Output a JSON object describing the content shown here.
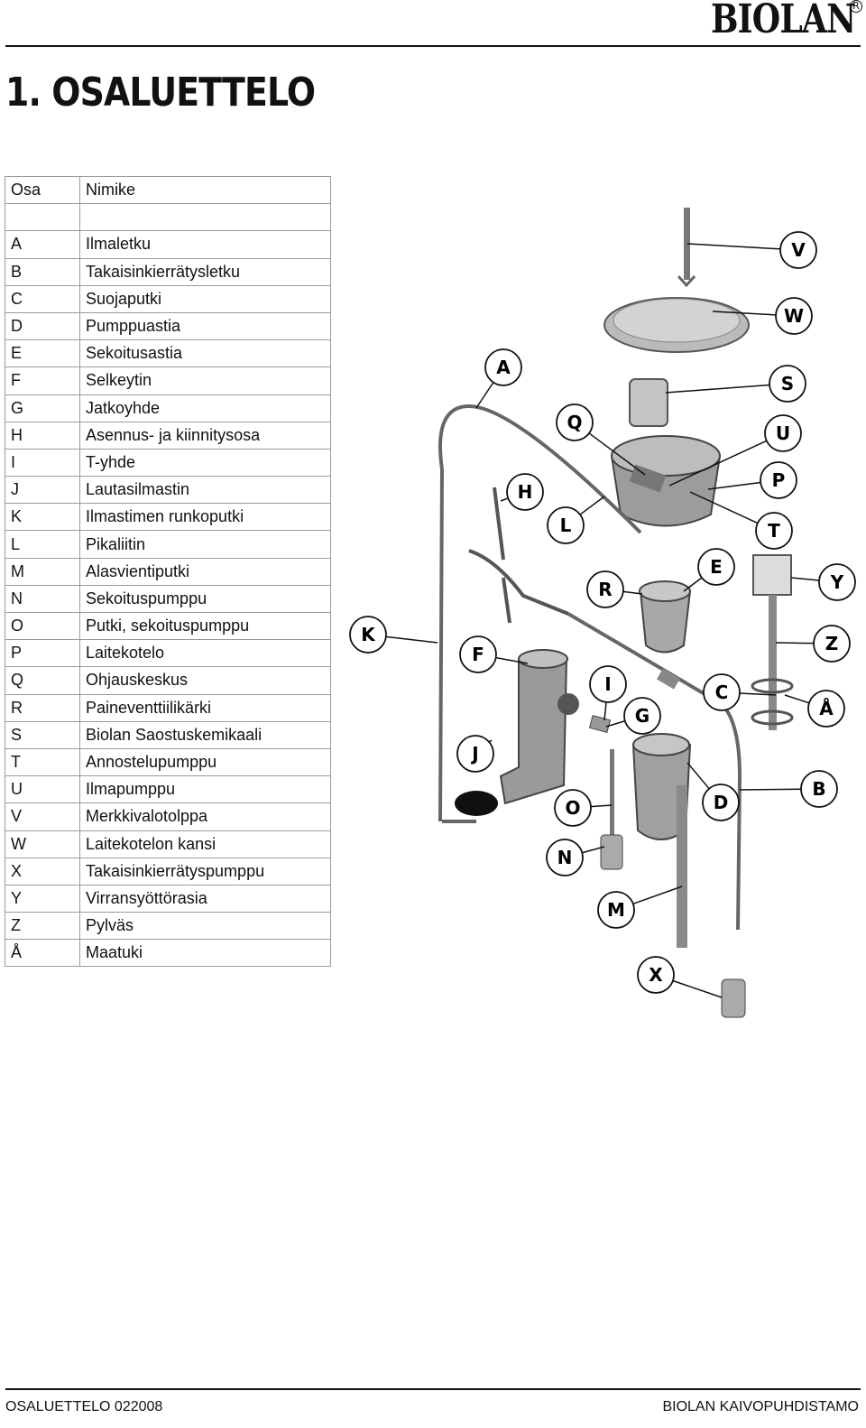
{
  "header": {
    "brand": "BIOLAN",
    "registered_mark": "R"
  },
  "page_title": "1. OSALUETTELO",
  "table": {
    "headers": [
      "Osa",
      "Nimike"
    ],
    "rows": [
      [
        "A",
        "Ilmaletku"
      ],
      [
        "B",
        "Takaisinkierrätysletku"
      ],
      [
        "C",
        "Suojaputki"
      ],
      [
        "D",
        "Pumppuastia"
      ],
      [
        "E",
        "Sekoitusastia"
      ],
      [
        "F",
        "Selkeytin"
      ],
      [
        "G",
        "Jatkoyhde"
      ],
      [
        "H",
        "Asennus- ja kiinnitysosa"
      ],
      [
        "I",
        "T-yhde"
      ],
      [
        "J",
        "Lautasilmastin"
      ],
      [
        "K",
        "Ilmastimen runkoputki"
      ],
      [
        "L",
        "Pikaliitin"
      ],
      [
        "M",
        "Alasvientiputki"
      ],
      [
        "N",
        "Sekoituspumppu"
      ],
      [
        "O",
        "Putki, sekoituspumppu"
      ],
      [
        "P",
        "Laitekotelo"
      ],
      [
        "Q",
        "Ohjauskeskus"
      ],
      [
        "R",
        "Paineventtiilikärki"
      ],
      [
        "S",
        "Biolan Saostuskemikaali"
      ],
      [
        "T",
        "Annostelupumppu"
      ],
      [
        "U",
        "Ilmapumppu"
      ],
      [
        "V",
        "Merkkivalotolppa"
      ],
      [
        "W",
        "Laitekotelon kansi"
      ],
      [
        "X",
        "Takaisinkierrätyspumppu"
      ],
      [
        "Y",
        "Virransyöttörasia"
      ],
      [
        "Z",
        "Pylväs"
      ],
      [
        "Å",
        "Maatuki"
      ]
    ]
  },
  "diagram": {
    "callouts": [
      "V",
      "W",
      "S",
      "A",
      "Q",
      "U",
      "P",
      "H",
      "L",
      "T",
      "E",
      "R",
      "Y",
      "K",
      "F",
      "Z",
      "I",
      "C",
      "G",
      "Å",
      "J",
      "O",
      "D",
      "B",
      "N",
      "M",
      "X"
    ]
  },
  "footer": {
    "left": "OSALUETTELO 022008",
    "right": "BIOLAN KAIVOPUHDISTAMO"
  }
}
